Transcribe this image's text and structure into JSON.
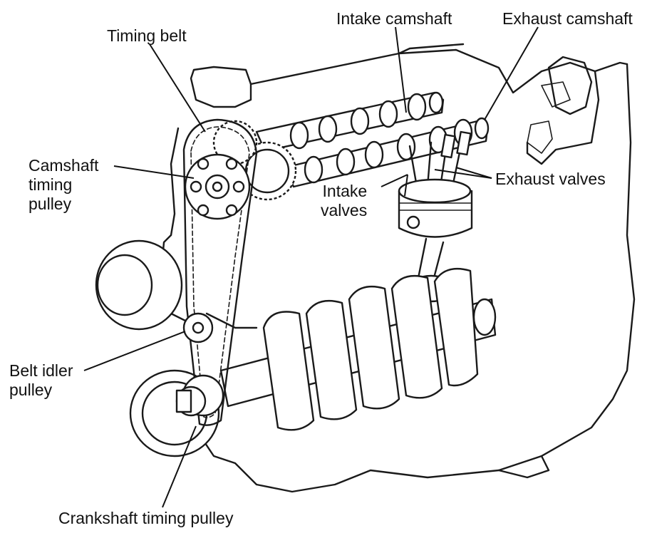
{
  "labels": {
    "timing_belt": "Timing belt",
    "intake_camshaft": "Intake camshaft",
    "exhaust_camshaft": "Exhaust camshaft",
    "camshaft_pulley": [
      "Camshaft",
      "timing",
      "pulley"
    ],
    "exhaust_valves": "Exhaust valves",
    "intake_valves": [
      "Intake",
      "valves"
    ],
    "belt_idler": [
      "Belt idler",
      "pulley"
    ],
    "crankshaft_pulley": "Crankshaft timing pulley"
  }
}
